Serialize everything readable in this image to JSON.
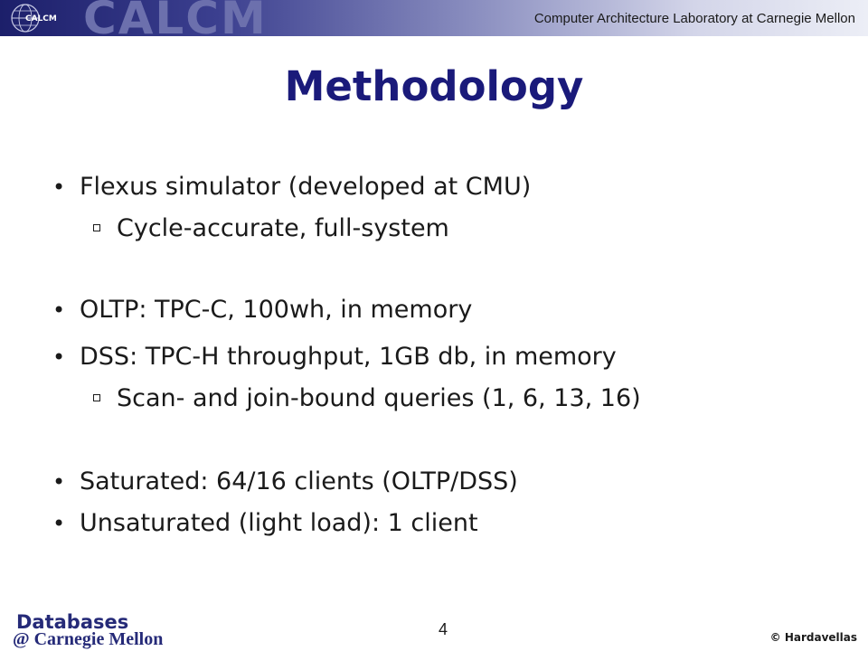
{
  "header": {
    "logo_small": "CALCM",
    "logo_big": "CALCM",
    "lab_name": "Computer Architecture Laboratory at Carnegie Mellon"
  },
  "slide": {
    "title": "Methodology",
    "items": [
      {
        "level": 1,
        "text": "Flexus simulator (developed at CMU)"
      },
      {
        "level": 2,
        "text": "Cycle-accurate, full-system"
      },
      {
        "level": 1,
        "text": "OLTP: TPC-C, 100wh, in memory"
      },
      {
        "level": 1,
        "text": "DSS: TPC-H throughput, 1GB db, in memory"
      },
      {
        "level": 2,
        "text": "Scan- and join-bound queries (1, 6, 13, 16)"
      },
      {
        "level": 1,
        "text": "Saturated: 64/16 clients (OLTP/DSS)"
      },
      {
        "level": 1,
        "text": "Unsaturated (light load): 1 client"
      }
    ]
  },
  "footer": {
    "db_label": "Databases",
    "cmu_label": "@ Carnegie Mellon",
    "page_number": "4",
    "copyright": "© Hardavellas"
  },
  "colors": {
    "title": "#1a1a7a",
    "banner_dark": "#1c1f6a",
    "footer_logo": "#252a78"
  }
}
